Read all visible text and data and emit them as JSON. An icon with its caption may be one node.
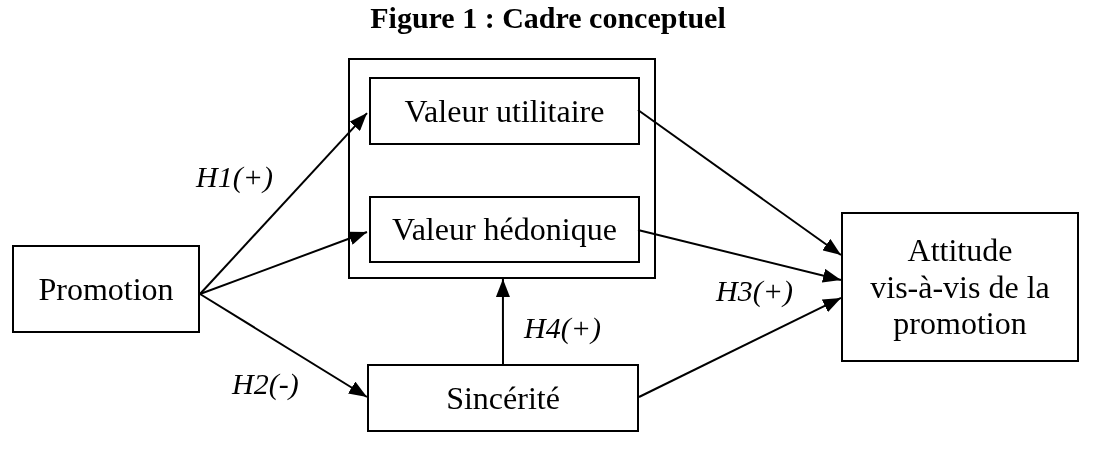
{
  "diagram": {
    "title": "Figure 1 : Cadre conceptuel",
    "nodes": [
      {
        "text": [
          "Promotion"
        ]
      },
      {
        "text": [],
        "shape": "box"
      },
      {
        "text": [
          "Valeur utilitaire"
        ],
        "in": 1
      },
      {
        "text": [
          "Valeur hédonique"
        ],
        "in": 1
      },
      {
        "text": [
          "Sincérité"
        ]
      },
      {
        "text": [
          "Attitude vis-à-vis de la promotion"
        ]
      }
    ],
    "edges": [
      {
        "from": 0,
        "to": 2,
        "arrow": "to",
        "label": "H1(+)"
      },
      {
        "from": 0,
        "to": 3,
        "arrow": "to"
      },
      {
        "from": 0,
        "to": 4,
        "arrow": "to",
        "label": "H2(-)"
      },
      {
        "from": 2,
        "to": 5,
        "arrow": "to"
      },
      {
        "from": 3,
        "to": 5,
        "arrow": "to",
        "label": "H3(+)"
      },
      {
        "from": 4,
        "to": 5,
        "arrow": "to"
      },
      {
        "from": 4,
        "to": 1,
        "arrow": "to",
        "label": "H4(+)"
      }
    ]
  }
}
